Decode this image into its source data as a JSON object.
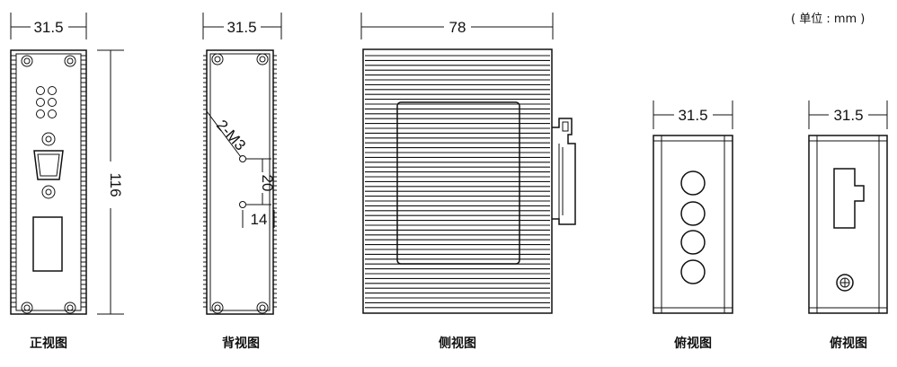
{
  "units_note": "( 单位 : mm )",
  "views": {
    "front": {
      "caption": "正视图",
      "width_dim": "31.5",
      "height_dim": "116"
    },
    "back": {
      "caption": "背视图",
      "width_dim": "31.5",
      "hole_label": "2-M3",
      "dim_a": "20",
      "dim_b": "14"
    },
    "side": {
      "caption": "侧视图",
      "width_dim": "78"
    },
    "top": {
      "caption": "俯视图",
      "width_dim": "31.5"
    },
    "bottom": {
      "caption": "俯视图",
      "width_dim": "31.5"
    }
  },
  "colors": {
    "line": "#111111",
    "background": "#ffffff"
  }
}
